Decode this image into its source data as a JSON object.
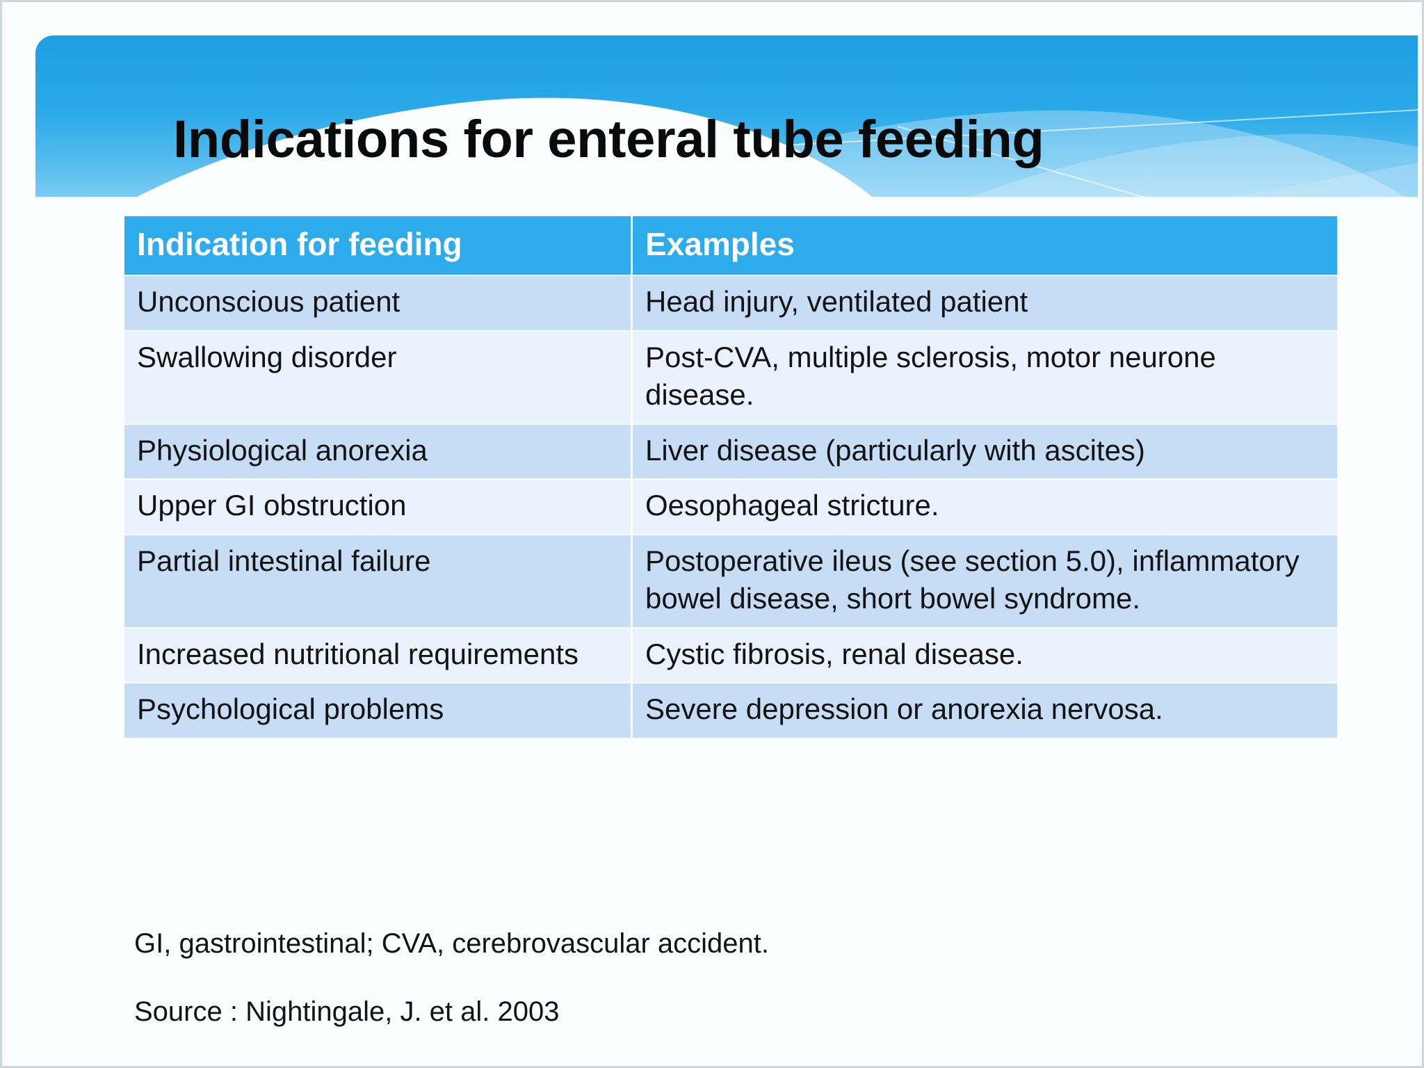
{
  "slide": {
    "title": "Indications for enteral tube feeding"
  },
  "table": {
    "headers": {
      "indication": "Indication for feeding",
      "examples": "Examples"
    },
    "rows": [
      {
        "indication": "Unconscious  patient",
        "examples": "Head injury, ventilated patient"
      },
      {
        "indication": "Swallowing disorder",
        "examples": "Post-CVA, multiple sclerosis, motor neurone disease."
      },
      {
        "indication": "Physiological anorexia",
        "examples": "Liver disease (particularly with ascites)"
      },
      {
        "indication": "Upper GI obstruction",
        "examples": "Oesophageal stricture."
      },
      {
        "indication": "Partial intestinal failure",
        "examples": "Postoperative ileus (see section 5.0), inflammatory bowel disease, short bowel syndrome."
      },
      {
        "indication": "Increased nutritional requirements",
        "examples": "Cystic fibrosis, renal disease."
      },
      {
        "indication": "Psychological problems",
        "examples": "Severe depression or anorexia nervosa."
      }
    ]
  },
  "footnotes": {
    "abbreviations": "GI, gastrointestinal; CVA, cerebrovascular  accident.",
    "source": "Source : Nightingale, J. et al. 2003"
  },
  "colors": {
    "banner_top": "#1e9fe2",
    "banner_bottom": "#79cbf3",
    "table_header": "#2eabea",
    "row_dark": "#c7ddf6",
    "row_light": "#e9f2fd",
    "text": "#131313"
  }
}
